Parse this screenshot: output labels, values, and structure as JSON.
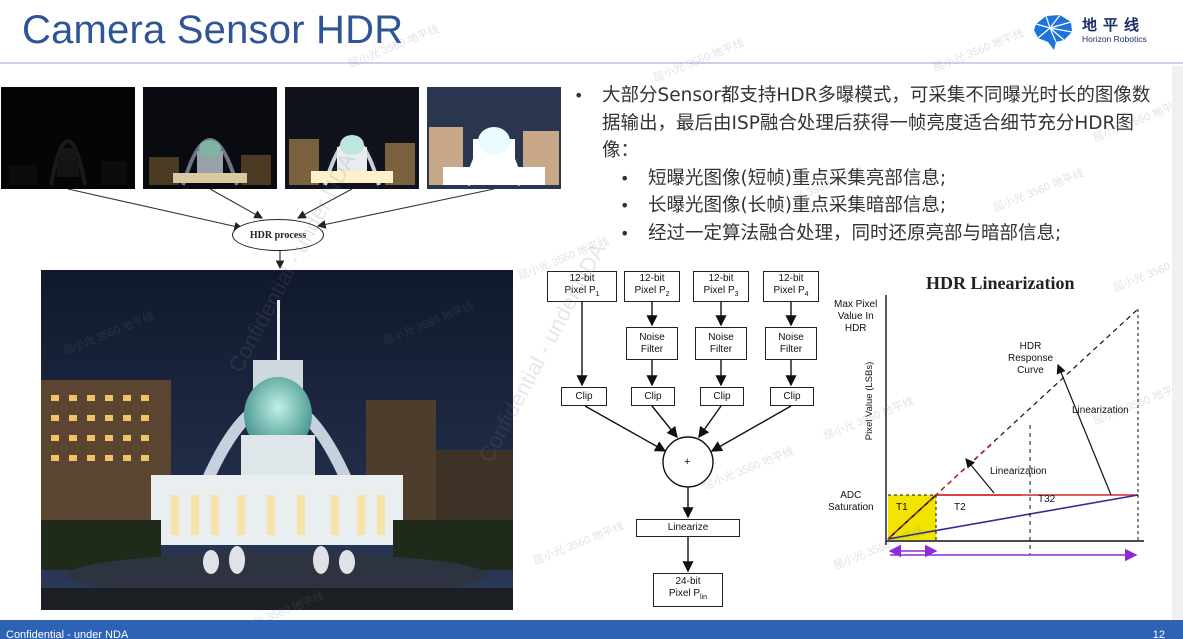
{
  "header": {
    "title": "Camera Sensor HDR",
    "logo_cn": "地平线",
    "logo_en": "Horizon Robotics"
  },
  "figure_left": {
    "hdr_process_label": "HDR process"
  },
  "bullets": {
    "main": "大部分Sensor都支持HDR多曝模式，可采集不同曝光时长的图像数据输出，最后由ISP融合处理后获得一帧亮度适合细节充分HDR图像：",
    "sub": [
      "短曝光图像(短帧)重点采集亮部信息;",
      "长曝光图像(长帧)重点采集暗部信息;",
      "经过一定算法融合处理，同时还原亮部与暗部信息;"
    ]
  },
  "flowchart": {
    "inputs": [
      {
        "line1": "12-bit",
        "line2": "Pixel P",
        "sub": "1"
      },
      {
        "line1": "12-bit",
        "line2": "Pixel P",
        "sub": "2"
      },
      {
        "line1": "12-bit",
        "line2": "Pixel P",
        "sub": "3"
      },
      {
        "line1": "12-bit",
        "line2": "Pixel P",
        "sub": "4"
      }
    ],
    "noise_filter_line1": "Noise",
    "noise_filter_line2": "Filter",
    "clip_label": "Clip",
    "sum_label": "+",
    "linearize_label": "Linearize",
    "output_line1": "24-bit",
    "output_line2": "Pixel P",
    "output_sub": "lin"
  },
  "linearization_chart": {
    "title": "HDR Linearization",
    "max_pixel_label": [
      "Max Pixel",
      "Value In",
      "HDR"
    ],
    "y_axis_label": "Pixel Value (LSBs)",
    "response_curve_label": [
      "HDR",
      "Response",
      "Curve"
    ],
    "linearization_label_upper": "Linearization",
    "linearization_label_lower": "Linearization",
    "adc_saturation_label": [
      "ADC",
      "Saturation"
    ],
    "t1_label": "T1",
    "t2_label": "T2",
    "t32_label": "T32",
    "colors": {
      "t1_fill": "#f0e400",
      "red_line": "#d62828",
      "blue_line": "#2b2f8f",
      "arrow_purple": "#8e2bd6"
    }
  },
  "watermarks": {
    "text": "屈小光 3560 地平线",
    "big_text_1": "Confidential - under NDA",
    "big_text_2": "Confidential - under NDA"
  },
  "footer": {
    "left": "Confidential - under NDA",
    "right": "12"
  }
}
